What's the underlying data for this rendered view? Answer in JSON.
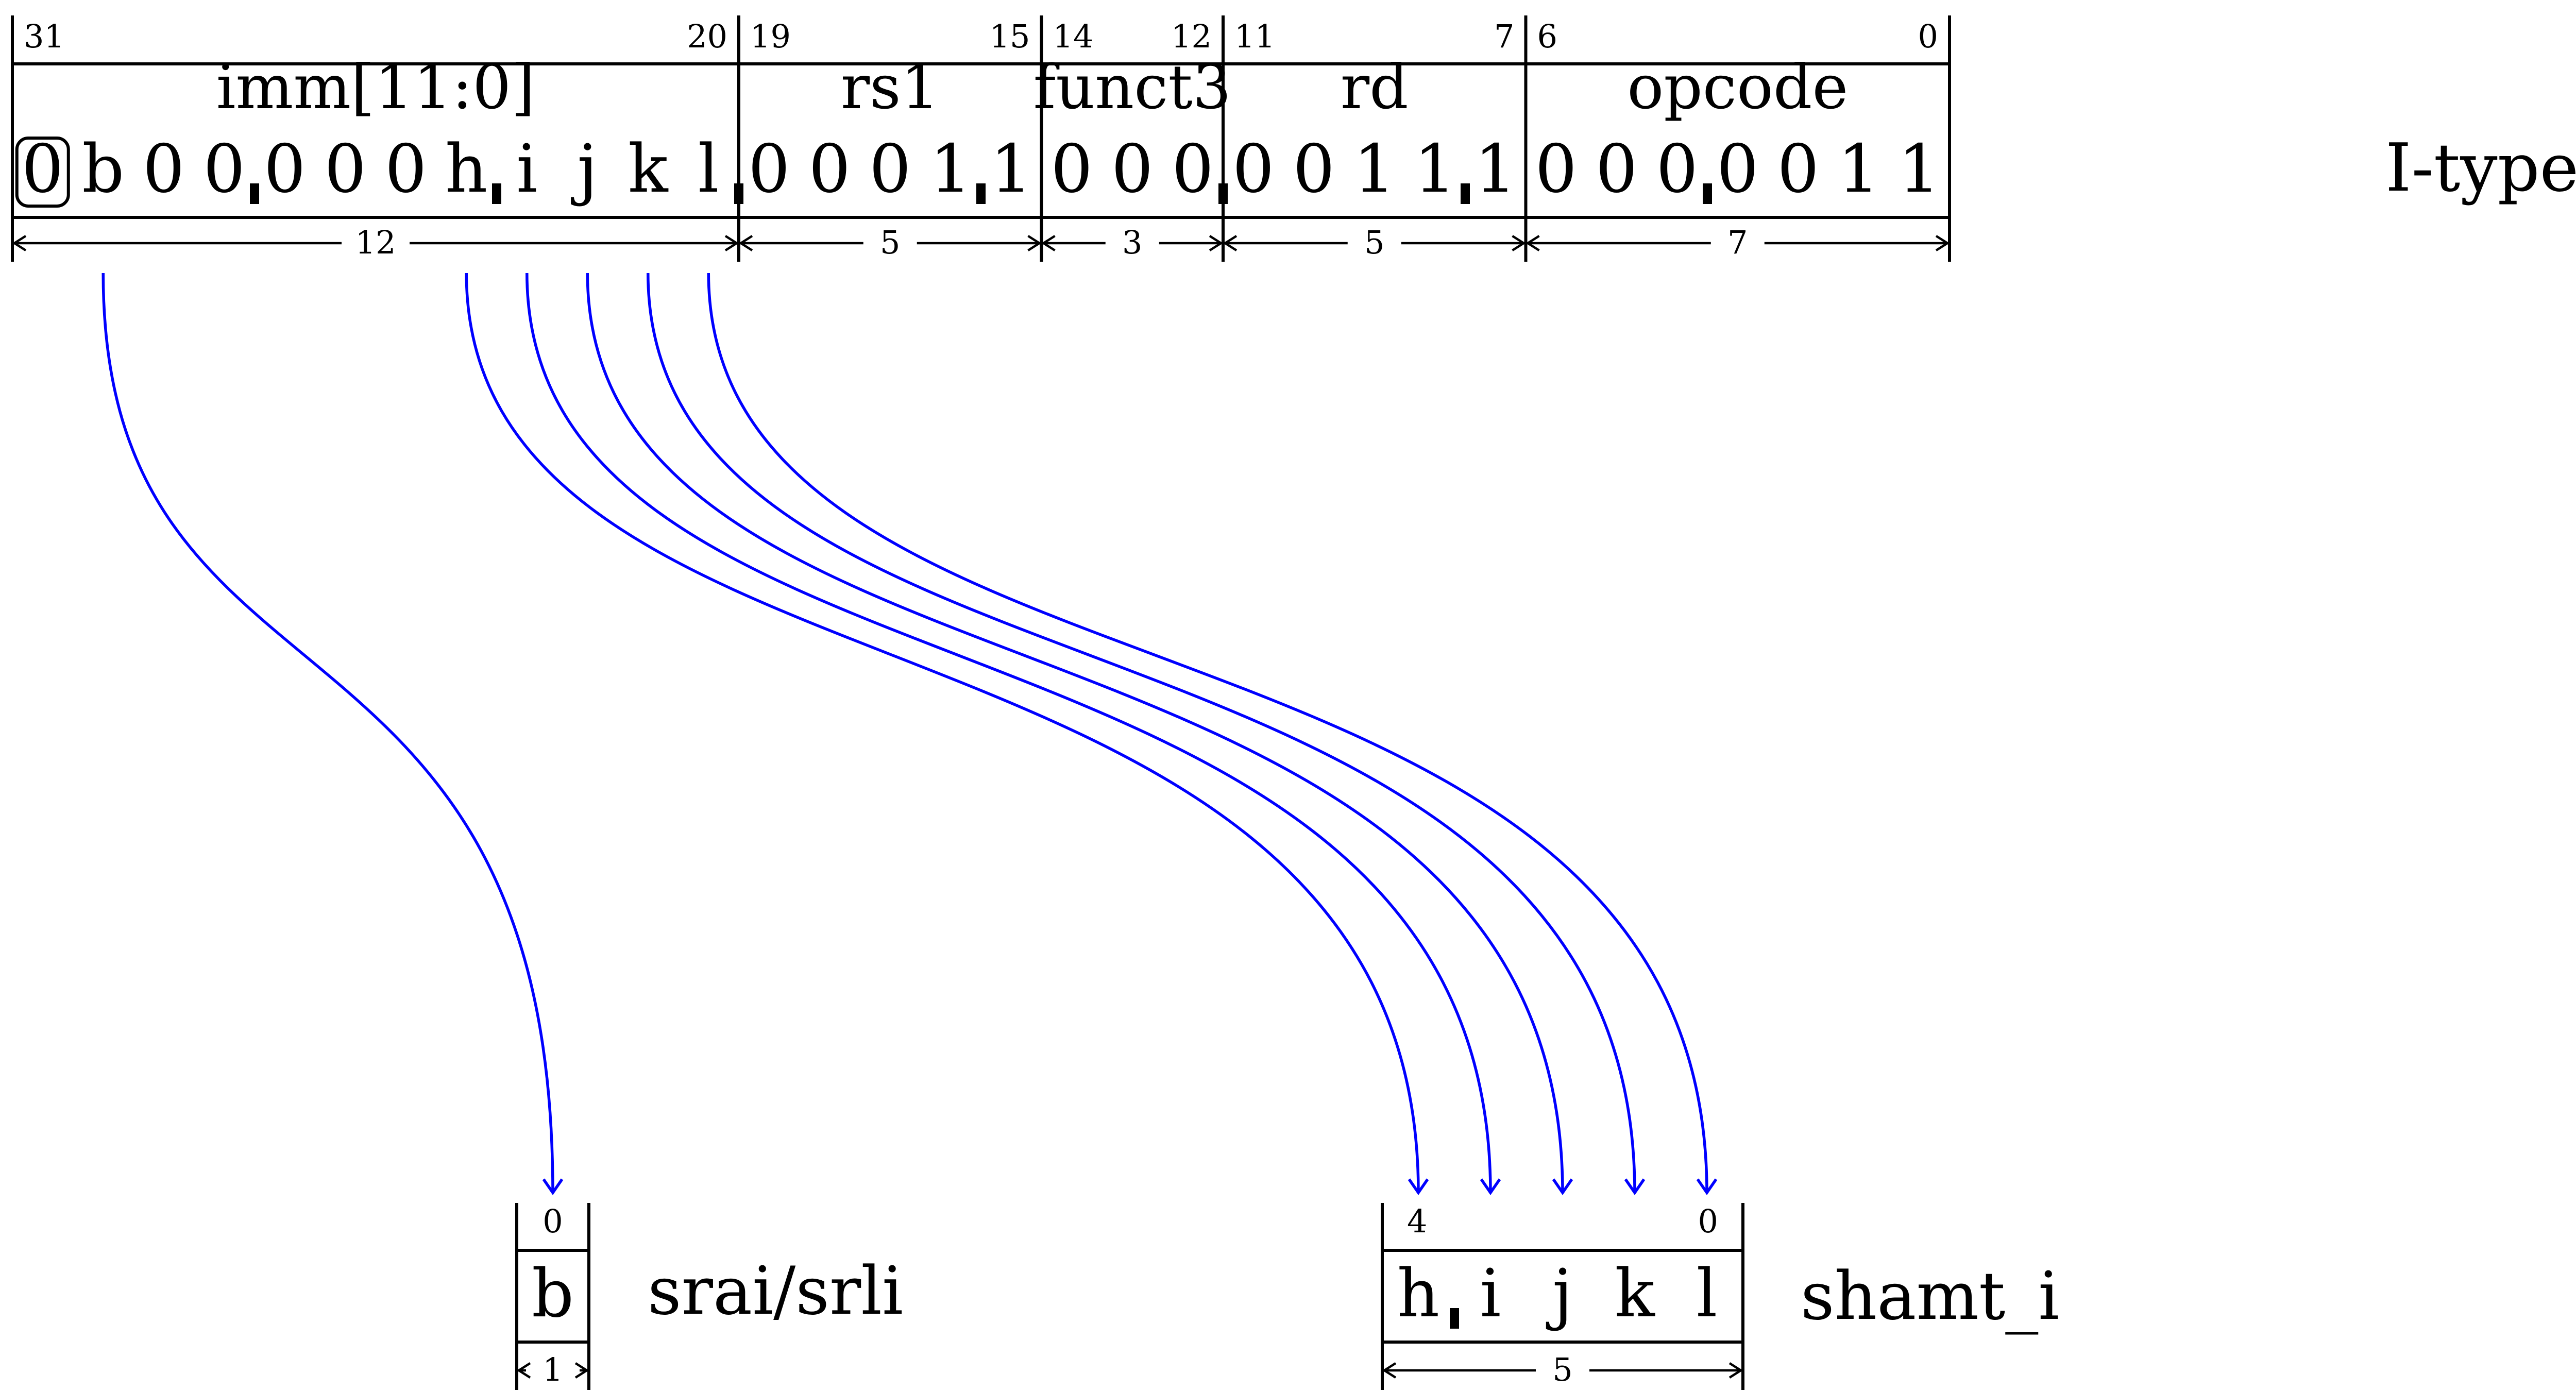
{
  "instruction": {
    "format_label": "I-type",
    "fields": [
      {
        "name": "imm[11:0]",
        "msb": "31",
        "lsb": "20",
        "width": "12",
        "bits": [
          "0",
          "b",
          "0",
          "0",
          "0",
          "0",
          "0",
          "h",
          "i",
          "j",
          "k",
          "l"
        ],
        "marker_after": [
          3,
          7
        ],
        "circled_bit": 0
      },
      {
        "name": "rs1",
        "msb": "19",
        "lsb": "15",
        "width": "5",
        "bits": [
          "0",
          "0",
          "0",
          "1",
          "1"
        ],
        "marker_after": [
          3
        ]
      },
      {
        "name": "funct3",
        "msb": "14",
        "lsb": "12",
        "width": "3",
        "bits": [
          "0",
          "0",
          "0"
        ],
        "marker_after": []
      },
      {
        "name": "rd",
        "msb": "11",
        "lsb": "7",
        "width": "5",
        "bits": [
          "0",
          "0",
          "1",
          "1",
          "1"
        ],
        "marker_after": [
          3
        ]
      },
      {
        "name": "opcode",
        "msb": "6",
        "lsb": "0",
        "width": "7",
        "bits": [
          "0",
          "0",
          "0",
          "0",
          "0",
          "1",
          "1"
        ],
        "marker_after": [
          2
        ]
      }
    ],
    "field_boundary_markers": [
      "imm[11:0]|rs1",
      "funct3|rd"
    ]
  },
  "targets": [
    {
      "label": "srai/srli",
      "msb": "0",
      "lsb": "",
      "width": "1",
      "bits": [
        "b"
      ],
      "marker_after": []
    },
    {
      "label": "shamt_i",
      "msb": "4",
      "lsb": "0",
      "width": "5",
      "bits": [
        "h",
        "i",
        "j",
        "k",
        "l"
      ],
      "marker_after": [
        0
      ]
    }
  ],
  "mappings": [
    {
      "from_bit": "b",
      "to": "srai/srli"
    },
    {
      "from_bit": "h",
      "to": "shamt_i"
    },
    {
      "from_bit": "i",
      "to": "shamt_i"
    },
    {
      "from_bit": "j",
      "to": "shamt_i"
    },
    {
      "from_bit": "k",
      "to": "shamt_i"
    },
    {
      "from_bit": "l",
      "to": "shamt_i"
    }
  ],
  "colors": {
    "lines": "#000000",
    "arrows": "#0000ff"
  }
}
